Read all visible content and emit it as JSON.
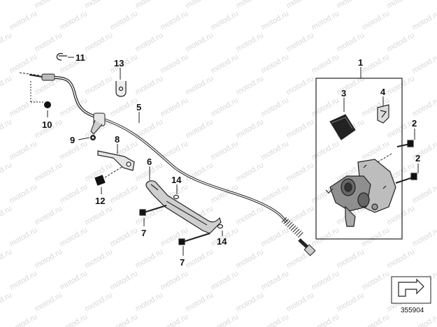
{
  "watermark": "motod.ru",
  "callouts": {
    "n1": "1",
    "n2a": "2",
    "n2b": "2",
    "n3": "3",
    "n4": "4",
    "n5": "5",
    "n6": "6",
    "n7a": "7",
    "n7b": "7",
    "n8": "8",
    "n9": "9",
    "n10": "10",
    "n11": "11",
    "n12": "12",
    "n13": "13",
    "n14a": "14",
    "n14b": "14"
  },
  "reference_number": "355904",
  "icon_names": [
    "brake-caliper-icon",
    "pad-spring-icon",
    "arrow-corner-icon"
  ]
}
